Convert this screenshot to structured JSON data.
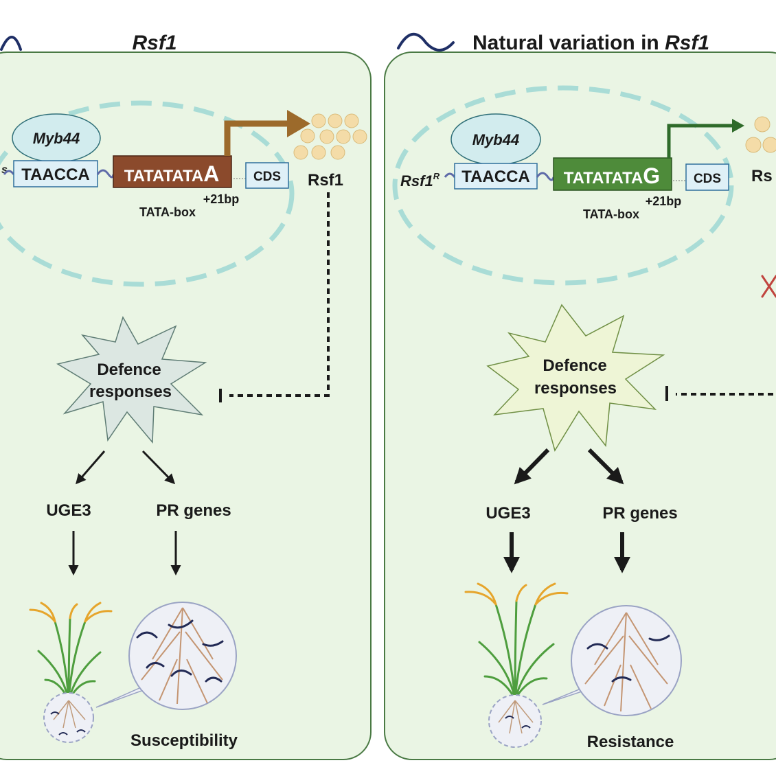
{
  "left_panel": {
    "title": "Rsf1",
    "promoter_label_suffix": "s",
    "motif": "TAACCA",
    "tf": "Myb44",
    "tata_prefix": "TATATATA",
    "tata_snp": "A",
    "cds": "CDS",
    "insertion": "+21bp",
    "tata_caption": "TATA-box",
    "protein": "Rsf1",
    "defence_line1": "Defence",
    "defence_line2": "responses",
    "gene1": "UGE3",
    "gene2": "PR genes",
    "outcome": "Susceptibility"
  },
  "right_panel": {
    "title_prefix": "Natural variation in ",
    "title_gene": "Rsf1",
    "promoter_label": "Rsf1",
    "promoter_superscript": "R",
    "motif": "TAACCA",
    "tf": "Myb44",
    "tata_prefix": "TATATATA",
    "tata_snp": "G",
    "cds": "CDS",
    "insertion": "+21bp",
    "tata_caption": "TATA-box",
    "protein_partial": "Rs",
    "defence_line1": "Defence",
    "defence_line2": "responses",
    "gene1": "UGE3",
    "gene2": "PR genes",
    "outcome": "Resistance"
  },
  "colors": {
    "panel_fill": "#eaf5e4",
    "panel_stroke": "#4a7a44",
    "nucleus_dash": "#a9dcd6",
    "tf_fill": "#d2ecee",
    "susceptible_tata": "#8b4a2c",
    "resistant_tata": "#4e8b3a",
    "susceptible_arrow": "#9c6a2b",
    "resistant_arrow": "#2f6b2a",
    "protein_dot": "#f4dca8",
    "defence_left": "#dce7e2",
    "defence_right": "#eef5d6",
    "inhibit_x": "#c0443e",
    "nematode": "#222a55"
  }
}
